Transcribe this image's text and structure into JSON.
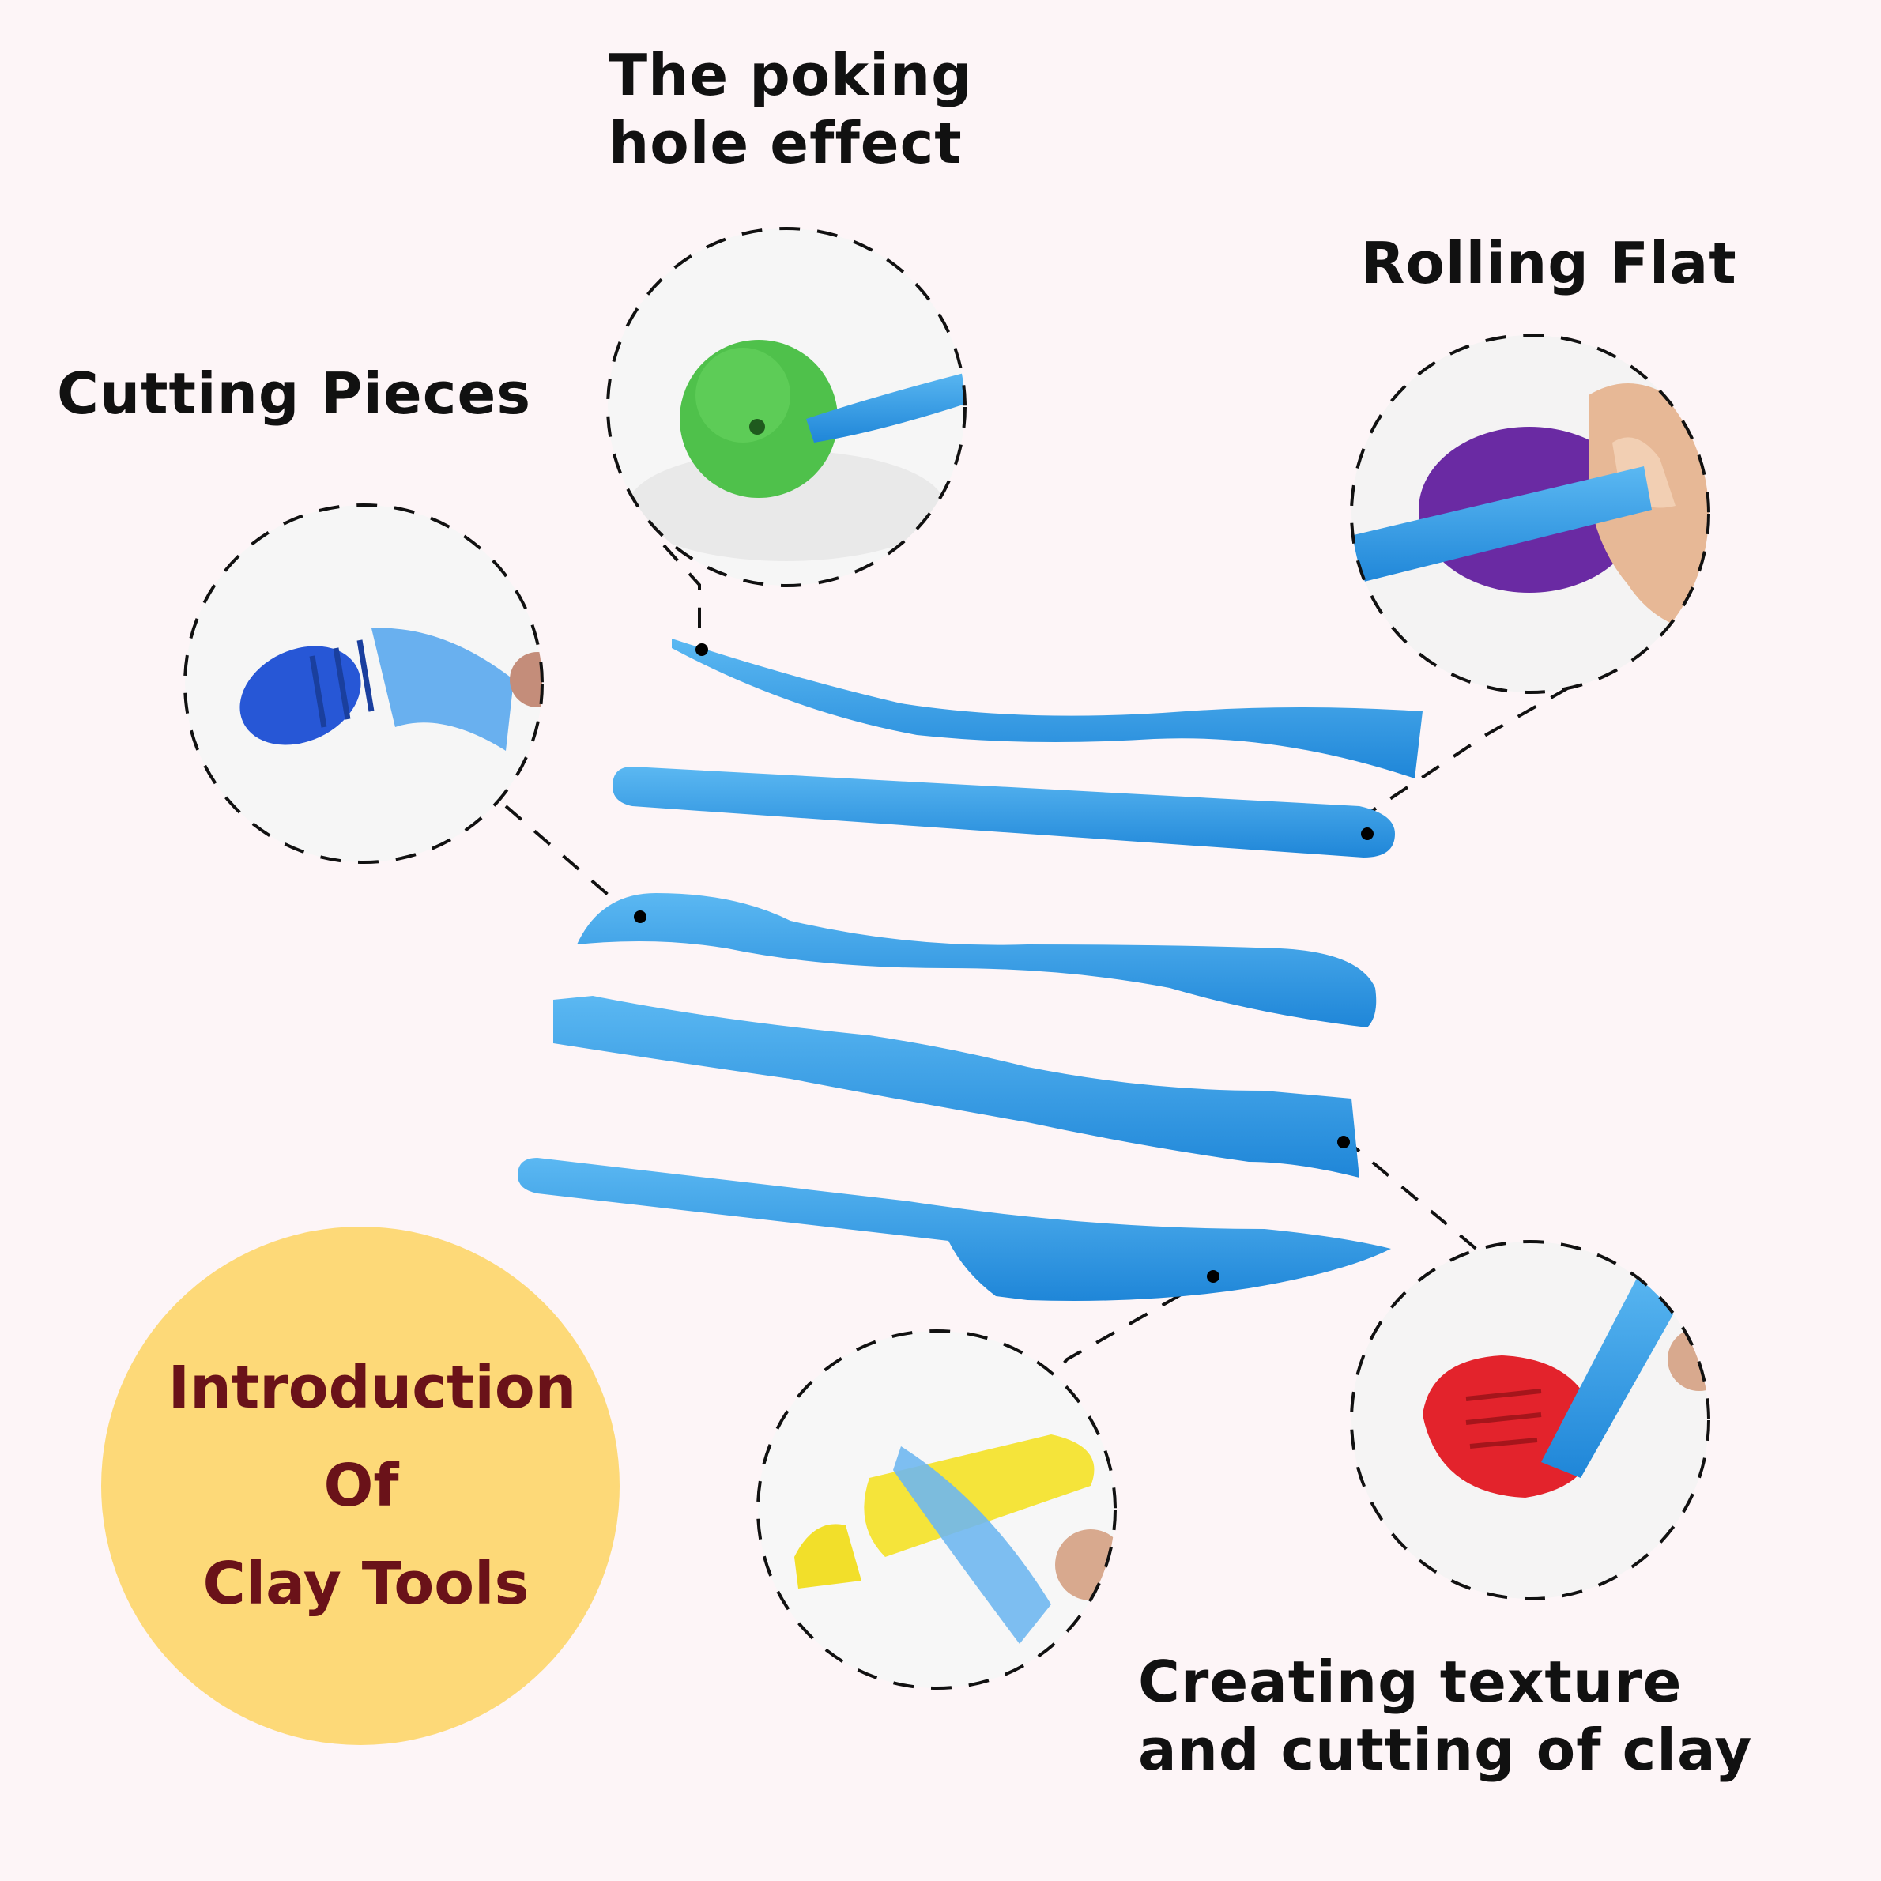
{
  "labels": {
    "poking_line1": "The poking",
    "poking_line2": "hole effect",
    "rolling": "Rolling Flat",
    "cutting": "Cutting Pieces",
    "texture_line1": "Creating texture",
    "texture_line2": "and cutting of clay"
  },
  "badge": {
    "line1": "Introduction",
    "line2": "Of",
    "line3": "Clay Tools"
  },
  "colors": {
    "background": "#fdf5f7",
    "tool_blue": "#2f9ae6",
    "badge_fill": "#fdd978",
    "badge_text": "#6a1219"
  }
}
